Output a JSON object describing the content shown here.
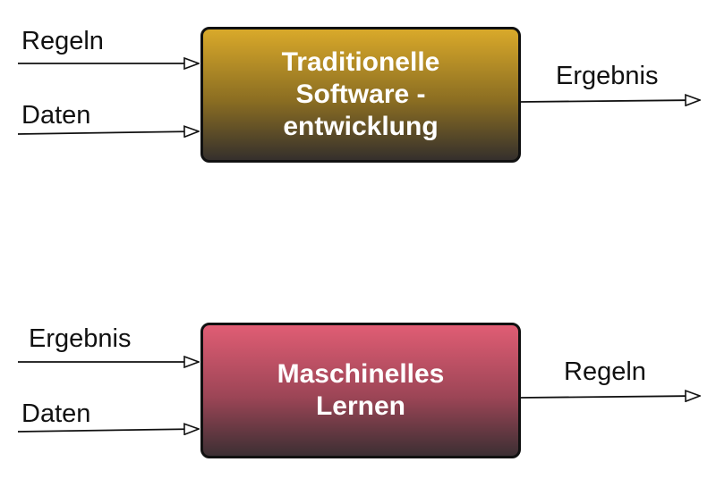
{
  "top_diagram": {
    "inputs": [
      "Regeln",
      "Daten"
    ],
    "process": [
      "Traditionelle",
      "Software -",
      "entwicklung"
    ],
    "output": "Ergebnis"
  },
  "bottom_diagram": {
    "inputs": [
      "Ergebnis",
      "Daten"
    ],
    "process": [
      "Maschinelles",
      "Lernen"
    ],
    "output": "Regeln"
  },
  "colors": {
    "top_box_gradient": [
      "#d9a92a",
      "#35302c"
    ],
    "bottom_box_gradient": [
      "#e05d74",
      "#3c2f33"
    ],
    "arrow": "#111111"
  }
}
